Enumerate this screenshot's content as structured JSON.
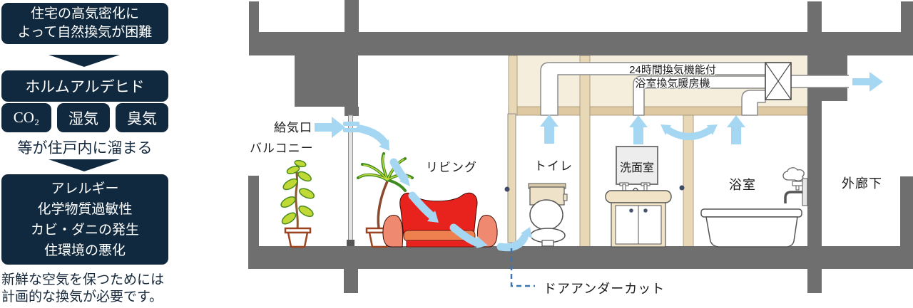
{
  "left_panel": {
    "box1": {
      "line1": "住宅の高気密化に",
      "line2": "よって自然換気が困難"
    },
    "box2": "ホルムアルデヒド",
    "pollutants": [
      "CO₂",
      "湿気",
      "臭気"
    ],
    "middle_text": "等が住戸内に溜まる",
    "box3_lines": [
      "アレルギー",
      "化学物質過敏性",
      "カビ・ダニの発生",
      "住環境の悪化"
    ],
    "footer": {
      "line1": "新鮮な空気を保つためには",
      "line2": "計画的な換気が必要です。"
    }
  },
  "diagram": {
    "labels": {
      "air_inlet": "給気口",
      "balcony": "バルコニー",
      "living": "リビング",
      "toilet": "トイレ",
      "washroom": "洗面室",
      "bathroom": "浴室",
      "corridor": "外廊下",
      "fan_line1": "24時間換気機能付",
      "fan_line2": "浴室換気暖房機",
      "door_undercut": "ドアアンダーカット"
    },
    "colors": {
      "navy": "#10293e",
      "concrete": "#6f6f6f",
      "airflow_blue": "#a6d7f2",
      "plenum_beige": "#f6eedd",
      "ceiling_tan": "#dfc9a2",
      "wall_tan": "#e9d8b6",
      "sofa_red": "#e8231e",
      "dashed_blue": "#3f74ad"
    }
  }
}
